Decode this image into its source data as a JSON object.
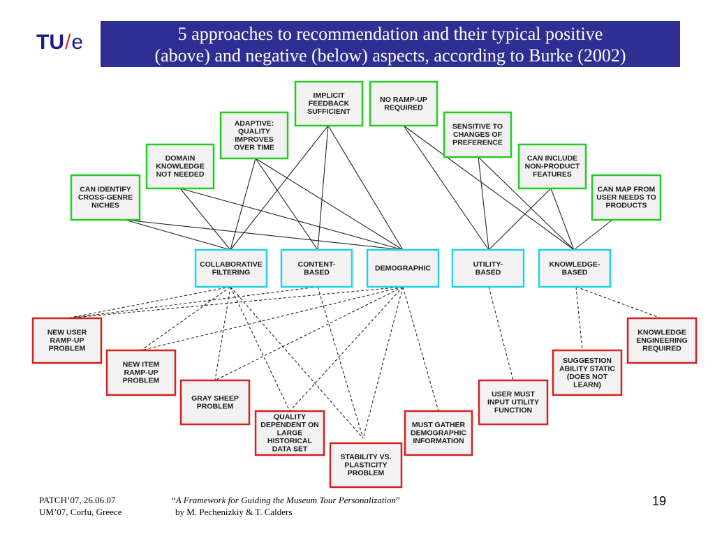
{
  "logo": {
    "tu": "TU",
    "slash": "/",
    "e": "e"
  },
  "header": {
    "title_line1": "5 approaches to recommendation and their typical positive",
    "title_line2": "(above) and negative (below) aspects, according to Burke (2002)"
  },
  "colors": {
    "positive": "#22cc22",
    "approach": "#22d4e0",
    "negative": "#d42020",
    "header_bg": "#2e2e93"
  },
  "nodes": {
    "cross_genre": {
      "lines": [
        "CAN IDENTIFY",
        "CROSS-GENRE",
        "NICHES"
      ],
      "kind": "positive"
    },
    "domain_knowledge": {
      "lines": [
        "DOMAIN",
        "KNOWLEDGE",
        "NOT NEEDED"
      ],
      "kind": "positive"
    },
    "adaptive": {
      "lines": [
        "ADAPTIVE:",
        "QUALITY",
        "IMPROVES",
        "OVER TIME"
      ],
      "kind": "positive"
    },
    "implicit_feedback": {
      "lines": [
        "IMPLICIT",
        "FEEDBACK",
        "SUFFICIENT"
      ],
      "kind": "positive"
    },
    "no_rampup": {
      "lines": [
        "NO RAMP-UP",
        "REQUIRED"
      ],
      "kind": "positive"
    },
    "sensitive": {
      "lines": [
        "SENSITIVE TO",
        "CHANGES OF",
        "PREFERENCE"
      ],
      "kind": "positive"
    },
    "non_product": {
      "lines": [
        "CAN INCLUDE",
        "NON-PRODUCT",
        "FEATURES"
      ],
      "kind": "positive"
    },
    "map_needs": {
      "lines": [
        "CAN MAP FROM",
        "USER NEEDS TO",
        "PRODUCTS"
      ],
      "kind": "positive"
    },
    "collaborative": {
      "lines": [
        "COLLABORATIVE",
        "FILTERING"
      ],
      "kind": "approach"
    },
    "content": {
      "lines": [
        "CONTENT-",
        "BASED"
      ],
      "kind": "approach"
    },
    "demographic": {
      "lines": [
        "DEMOGRAPHIC"
      ],
      "kind": "approach"
    },
    "utility": {
      "lines": [
        "UTILITY-",
        "BASED"
      ],
      "kind": "approach"
    },
    "knowledge": {
      "lines": [
        "KNOWLEDGE-",
        "BASED"
      ],
      "kind": "approach"
    },
    "new_user": {
      "lines": [
        "NEW USER",
        "RAMP-UP",
        "PROBLEM"
      ],
      "kind": "negative"
    },
    "new_item": {
      "lines": [
        "NEW ITEM",
        "RAMP-UP",
        "PROBLEM"
      ],
      "kind": "negative"
    },
    "gray_sheep": {
      "lines": [
        "GRAY SHEEP",
        "PROBLEM"
      ],
      "kind": "negative"
    },
    "quality_dependent": {
      "lines": [
        "QUALITY",
        "DEPENDENT ON",
        "LARGE",
        "HISTORICAL",
        "DATA SET"
      ],
      "kind": "negative"
    },
    "stability": {
      "lines": [
        "STABILITY VS.",
        "PLASTICITY",
        "PROBLEM"
      ],
      "kind": "negative"
    },
    "demographic_info": {
      "lines": [
        "MUST GATHER",
        "DEMOGRAPHIC",
        "INFORMATION"
      ],
      "kind": "negative"
    },
    "utility_input": {
      "lines": [
        "USER MUST",
        "INPUT UTILITY",
        "FUNCTION"
      ],
      "kind": "negative"
    },
    "suggestion_static": {
      "lines": [
        "SUGGESTION",
        "ABILITY STATIC",
        "(DOES NOT",
        "LEARN)"
      ],
      "kind": "negative"
    },
    "knowledge_eng": {
      "lines": [
        "KNOWLEDGE",
        "ENGINEERING",
        "REQUIRED"
      ],
      "kind": "negative"
    }
  },
  "edges": [
    {
      "from": "cross_genre",
      "to": "collaborative",
      "style": "solid"
    },
    {
      "from": "cross_genre",
      "to": "demographic",
      "style": "solid"
    },
    {
      "from": "domain_knowledge",
      "to": "collaborative",
      "style": "solid"
    },
    {
      "from": "domain_knowledge",
      "to": "demographic",
      "style": "solid"
    },
    {
      "from": "adaptive",
      "to": "collaborative",
      "style": "solid"
    },
    {
      "from": "adaptive",
      "to": "content",
      "style": "solid"
    },
    {
      "from": "adaptive",
      "to": "demographic",
      "style": "solid"
    },
    {
      "from": "implicit_feedback",
      "to": "collaborative",
      "style": "solid"
    },
    {
      "from": "implicit_feedback",
      "to": "content",
      "style": "solid"
    },
    {
      "from": "implicit_feedback",
      "to": "demographic",
      "style": "solid"
    },
    {
      "from": "no_rampup",
      "to": "utility",
      "style": "solid"
    },
    {
      "from": "no_rampup",
      "to": "knowledge",
      "style": "solid"
    },
    {
      "from": "sensitive",
      "to": "utility",
      "style": "solid"
    },
    {
      "from": "sensitive",
      "to": "knowledge",
      "style": "solid"
    },
    {
      "from": "non_product",
      "to": "utility",
      "style": "solid"
    },
    {
      "from": "non_product",
      "to": "knowledge",
      "style": "solid"
    },
    {
      "from": "map_needs",
      "to": "knowledge",
      "style": "solid"
    },
    {
      "from": "collaborative",
      "to": "new_user",
      "style": "dashed"
    },
    {
      "from": "collaborative",
      "to": "new_item",
      "style": "dashed"
    },
    {
      "from": "collaborative",
      "to": "gray_sheep",
      "style": "dashed"
    },
    {
      "from": "collaborative",
      "to": "quality_dependent",
      "style": "dashed"
    },
    {
      "from": "collaborative",
      "to": "stability",
      "style": "dashed"
    },
    {
      "from": "content",
      "to": "new_user",
      "style": "dashed"
    },
    {
      "from": "content",
      "to": "stability",
      "style": "dashed"
    },
    {
      "from": "demographic",
      "to": "new_user",
      "style": "dashed"
    },
    {
      "from": "demographic",
      "to": "new_item",
      "style": "dashed"
    },
    {
      "from": "demographic",
      "to": "gray_sheep",
      "style": "dashed"
    },
    {
      "from": "demographic",
      "to": "quality_dependent",
      "style": "dashed"
    },
    {
      "from": "demographic",
      "to": "stability",
      "style": "dashed"
    },
    {
      "from": "demographic",
      "to": "demographic_info",
      "style": "dashed"
    },
    {
      "from": "utility",
      "to": "utility_input",
      "style": "dashed"
    },
    {
      "from": "knowledge",
      "to": "suggestion_static",
      "style": "dashed"
    },
    {
      "from": "knowledge",
      "to": "knowledge_eng",
      "style": "dashed"
    }
  ],
  "footer": {
    "left_line1": "PATCH’07, 26.06.07",
    "left_line2": "UM’07, Corfu, Greece",
    "quote_open": "“",
    "citation_title": "A Framework for Guiding the Museum Tour Personalization",
    "quote_close": "”",
    "citation_authors": "by M. Pechenizkiy & T. Calders",
    "page_number": "19"
  }
}
